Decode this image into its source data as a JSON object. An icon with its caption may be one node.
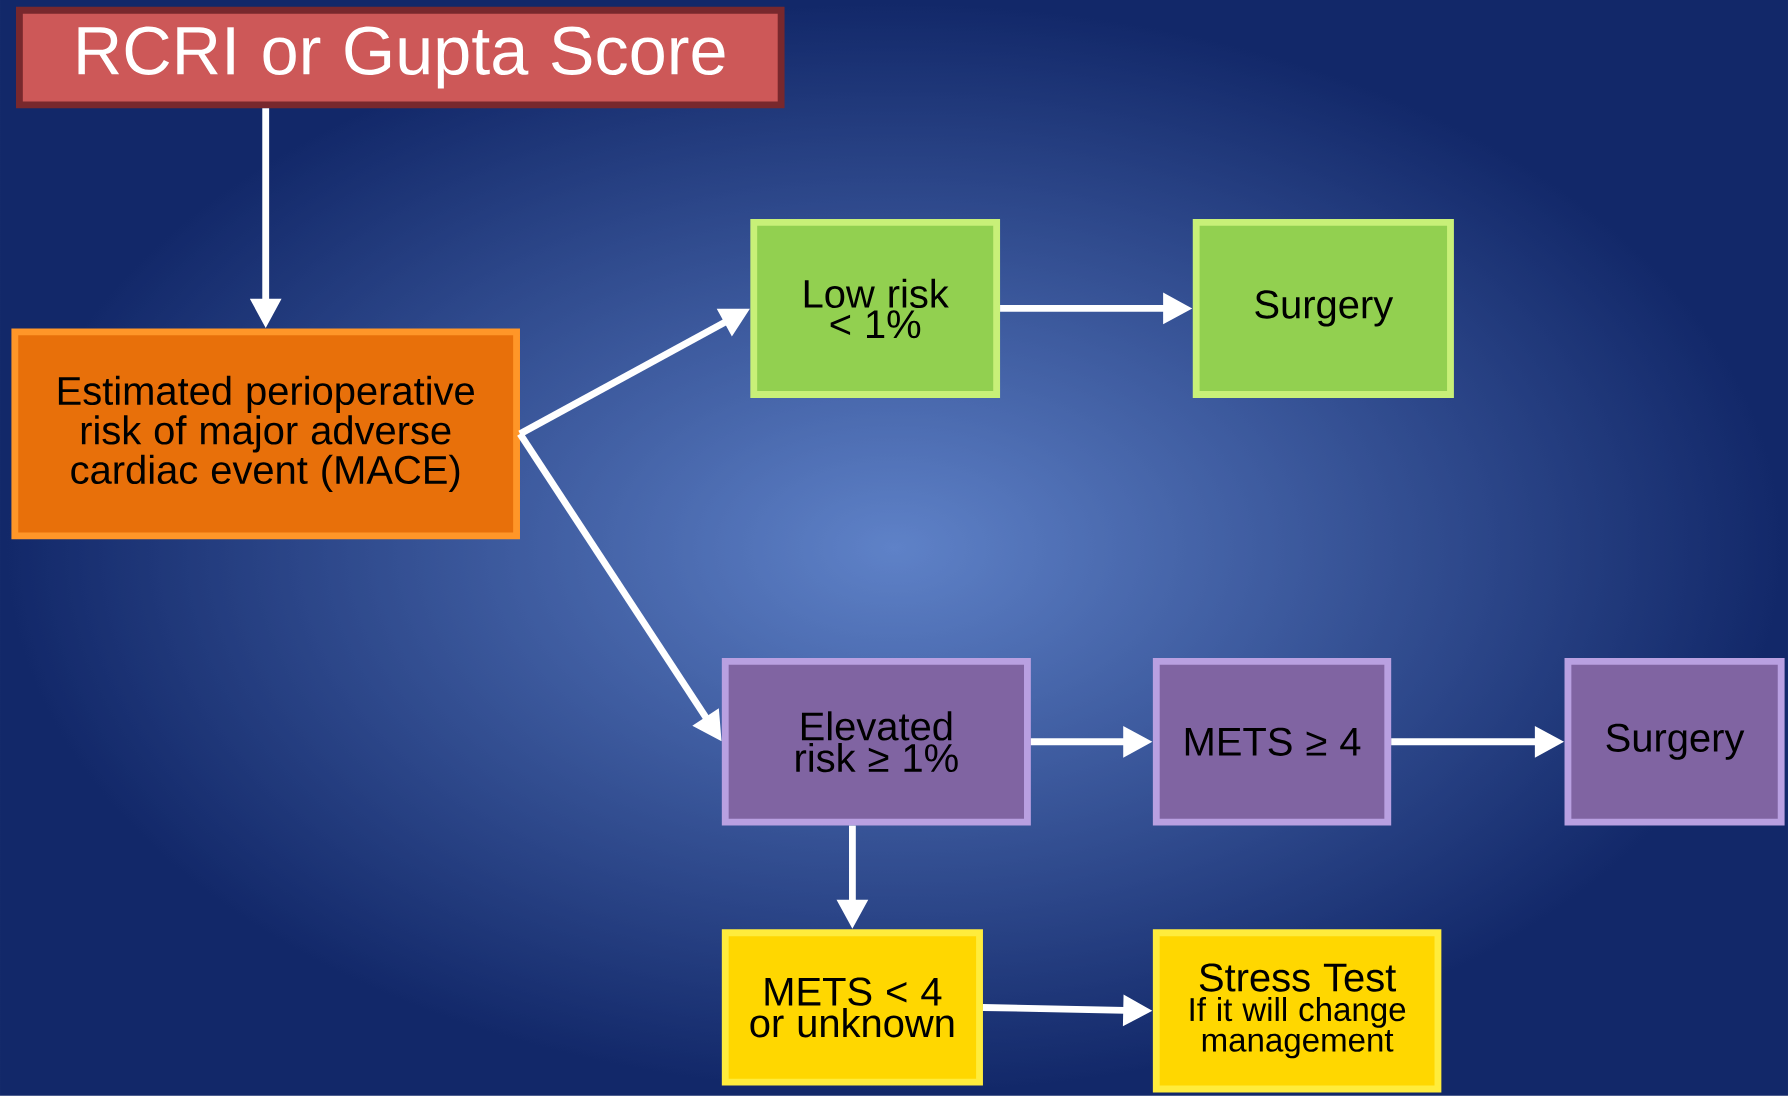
{
  "diagram": {
    "nodes": [
      {
        "text": [
          "RCRI or Gupta Score"
        ]
      },
      {
        "text": [
          "Estimated perioperative risk of major adverse cardiac event (MACE)"
        ]
      },
      {
        "text": [
          "Low risk < 1%"
        ]
      },
      {
        "text": [
          "Surgery"
        ]
      },
      {
        "text": [
          "Elevated risk ≥ 1%"
        ]
      },
      {
        "text": [
          "METS ≥ 4"
        ]
      },
      {
        "text": [
          "Surgery"
        ]
      },
      {
        "text": [
          "METS < 4 or unknown"
        ]
      },
      {
        "text": [
          "Stress Test",
          "If it will change management"
        ]
      }
    ],
    "edges": [
      {
        "from": 0,
        "to": 1,
        "arrow": "to"
      },
      {
        "from": 1,
        "to": 2,
        "arrow": "to"
      },
      {
        "from": 1,
        "to": 4,
        "arrow": "to"
      },
      {
        "from": 2,
        "to": 3,
        "arrow": "to"
      },
      {
        "from": 4,
        "to": 5,
        "arrow": "to"
      },
      {
        "from": 5,
        "to": 6,
        "arrow": "to"
      },
      {
        "from": 4,
        "to": 7,
        "arrow": "to"
      },
      {
        "from": 7,
        "to": 8,
        "arrow": "to"
      }
    ]
  }
}
